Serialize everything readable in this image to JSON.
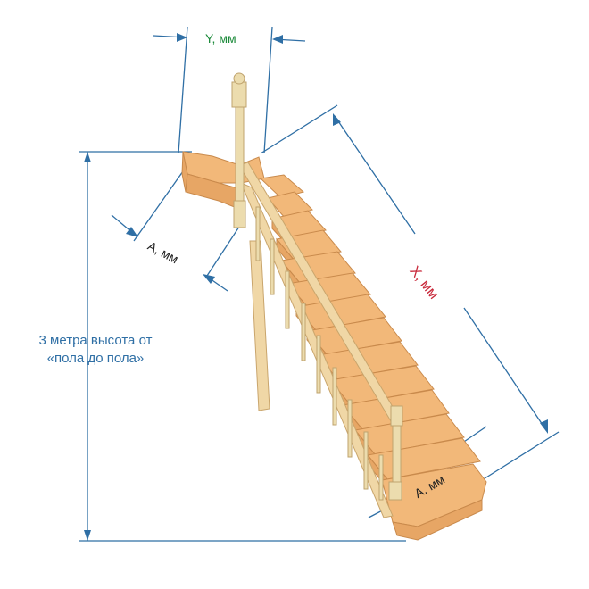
{
  "labels": {
    "y": "Y, мм",
    "x": "X, мм",
    "a_top": "А, мм",
    "a_bottom": "А, мм",
    "height": "3 метра высота от «пола до пола»"
  },
  "colors": {
    "dimension": "#2f6fa5",
    "y_label": "#1b8a3a",
    "x_label": "#c8283a",
    "wood_tread": "#f2b879",
    "wood_riser": "#e7a665",
    "baluster": "#ecdcae"
  }
}
